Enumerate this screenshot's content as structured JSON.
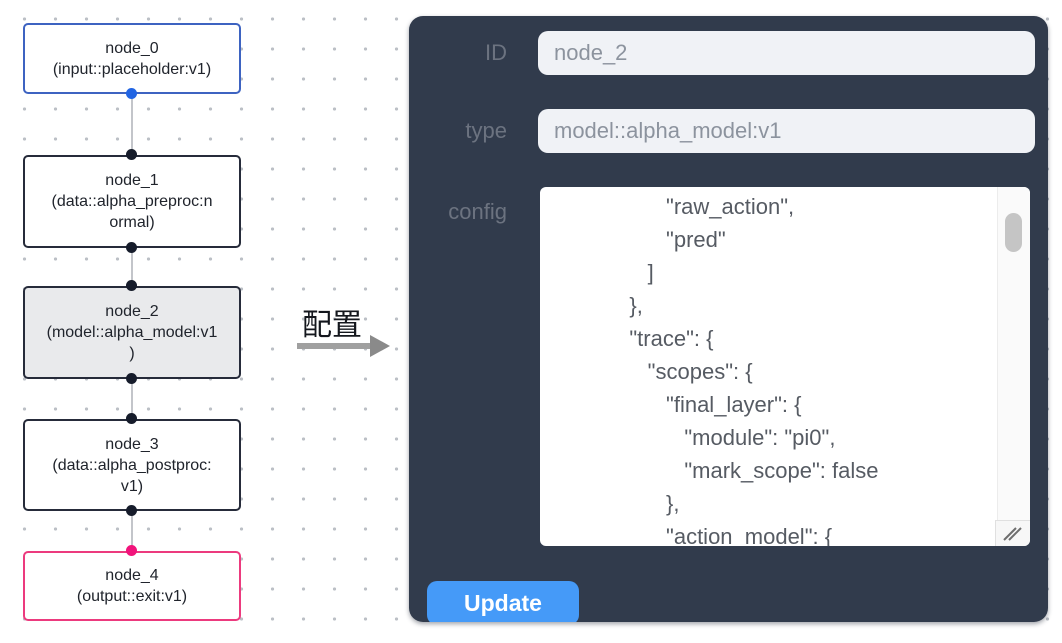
{
  "flow": {
    "nodes": [
      {
        "id": "node_0",
        "type_label": "(input::placeholder:v1)"
      },
      {
        "id": "node_1",
        "type_label": "(data::alpha_preproc:n\normal)"
      },
      {
        "id": "node_2",
        "type_label": "(model::alpha_model:v1\n)"
      },
      {
        "id": "node_3",
        "type_label": "(data::alpha_postproc:\nv1)"
      },
      {
        "id": "node_4",
        "type_label": "(output::exit:v1)"
      }
    ]
  },
  "transition": {
    "label": "配置"
  },
  "panel": {
    "id_label": "ID",
    "id_value": "node_2",
    "type_label": "type",
    "type_value": "model::alpha_model:v1",
    "config_label": "config",
    "config_value": "                  \"raw_action\",\n                  \"pred\"\n               ]\n            },\n            \"trace\": {\n               \"scopes\": {\n                  \"final_layer\": {\n                     \"module\": \"pi0\",\n                     \"mark_scope\": false\n                  },\n                  \"action_model\": {",
    "update_label": "Update"
  },
  "colors": {
    "panel_bg": "#313b4c",
    "update_button": "#459af8",
    "input_node_border": "#3d63c1",
    "output_node_border": "#ec3a7e",
    "default_node_border": "#262b3a",
    "selected_node_bg": "#e9eaec",
    "port_dot_default": "#161c2b",
    "port_dot_input": "#2265e3",
    "port_dot_output": "#f1137b"
  }
}
